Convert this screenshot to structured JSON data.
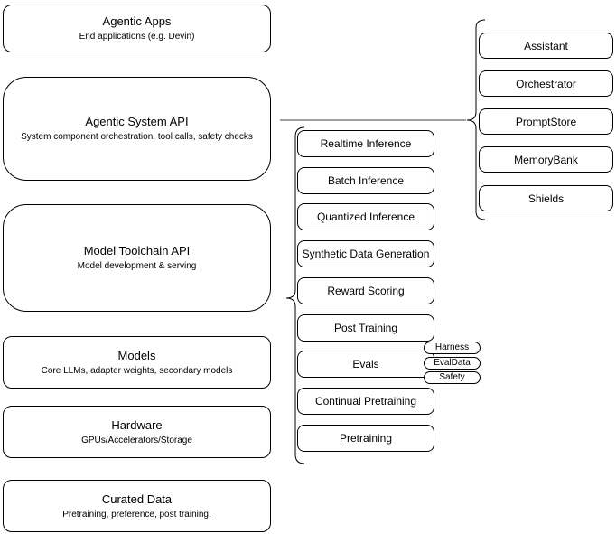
{
  "diagram": {
    "left_column": [
      {
        "title": "Agentic Apps",
        "subtitle": "End applications (e.g. Devin)"
      },
      {
        "title": "Agentic System API",
        "subtitle": "System component orchestration, tool calls, safety checks"
      },
      {
        "title": "Model Toolchain API",
        "subtitle": "Model development & serving"
      },
      {
        "title": "Models",
        "subtitle": "Core LLMs, adapter weights, secondary models"
      },
      {
        "title": "Hardware",
        "subtitle": "GPUs/Accelerators/Storage"
      },
      {
        "title": "Curated Data",
        "subtitle": "Pretraining, preference, post training."
      }
    ],
    "toolchain_items": [
      "Realtime Inference",
      "Batch Inference",
      "Quantized Inference",
      "Synthetic Data Generation",
      "Reward Scoring",
      "Post Training",
      "Evals",
      "Continual Pretraining",
      "Pretraining"
    ],
    "eval_tags": [
      "Harness",
      "EvalData",
      "Safety"
    ],
    "system_components": [
      "Assistant",
      "Orchestrator",
      "PromptStore",
      "MemoryBank",
      "Shields"
    ],
    "colors": {
      "border": "#000000",
      "fill": "#ffffff",
      "connector": "#808080",
      "text": "#000000"
    }
  }
}
